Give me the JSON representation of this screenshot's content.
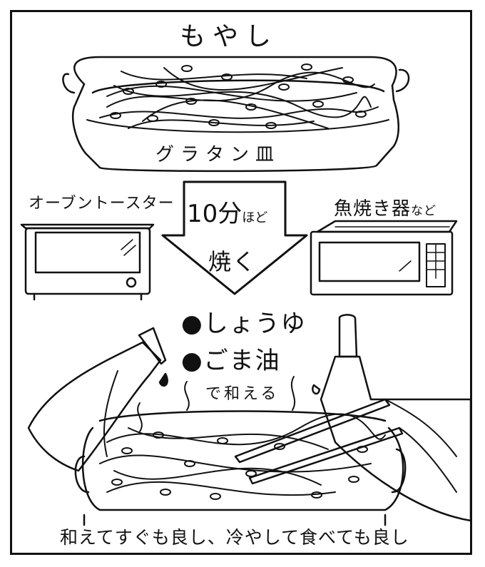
{
  "title": "もやし",
  "dish_label": "グラタン皿",
  "arrow": {
    "time": "10分",
    "time_suffix": "ほど",
    "action": "焼く"
  },
  "appliances": {
    "oven_label": "オーブントースター",
    "grill_label": "魚焼き器",
    "grill_suffix": "など"
  },
  "seasonings": [
    "●しょうゆ",
    "●ごま油"
  ],
  "mix_label": "で和える",
  "footer": "和えてすぐも良し、冷やして食べても良し"
}
